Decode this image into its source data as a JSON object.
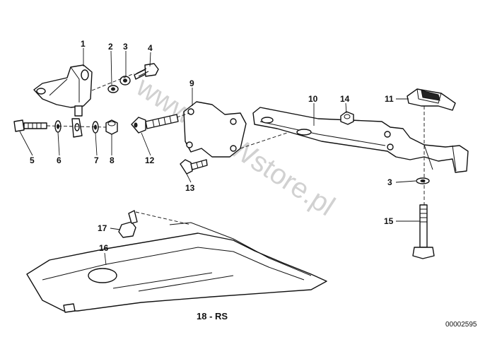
{
  "diagram": {
    "callouts": [
      "1",
      "2",
      "3",
      "4",
      "5",
      "6",
      "7",
      "8",
      "9",
      "10",
      "11",
      "12",
      "13",
      "14",
      "3",
      "15",
      "17",
      "16"
    ],
    "caption": "18 - RS",
    "drawing_number": "00002595",
    "watermark": "www.BMWstore.pl"
  }
}
